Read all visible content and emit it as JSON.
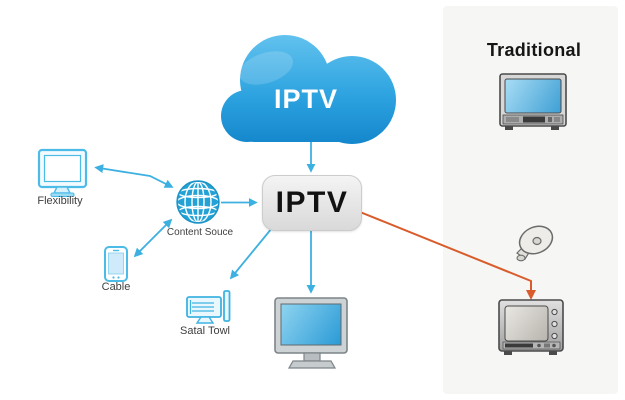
{
  "diagram": {
    "cloud": {
      "label": "IPTV",
      "gradient_top": "#62c2ee",
      "gradient_bottom": "#1486cc"
    },
    "iptv_box": {
      "label": "IPTV",
      "background": "#e6e6e6",
      "text_color": "#121212"
    },
    "labels": {
      "flexibility": "Flexibility",
      "content_source": "Content Souce",
      "cable": "Cable",
      "signal_tower": "Satal Towl"
    },
    "right_panel": {
      "title": "Traditional",
      "background": "#f6f6f4"
    },
    "colors": {
      "arrow_cyan": "#3cb0e0",
      "arrow_orange": "#d85c2c",
      "icon_cyan": "#4cbbe8",
      "globe_blue": "#24a2d6",
      "screen_blue": "#3e9fd4"
    },
    "icons": [
      "cloud-icon",
      "globe-icon",
      "monitor-icon",
      "smartphone-icon",
      "signal-tower-icon",
      "widescreen-monitor-icon",
      "crt-tv-icon",
      "satellite-dish-icon",
      "vintage-tv-icon"
    ]
  }
}
